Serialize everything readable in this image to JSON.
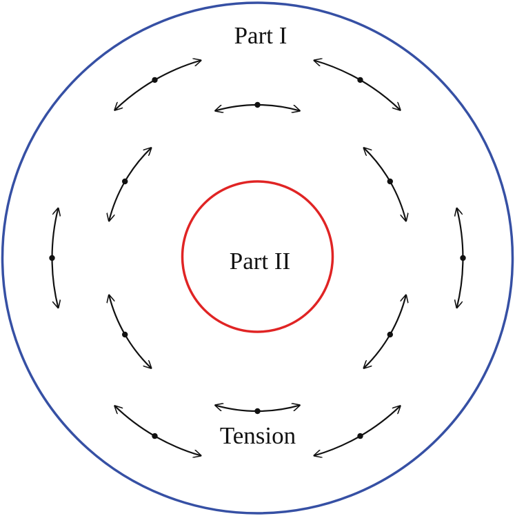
{
  "diagram": {
    "labels": {
      "outer_region": "Part I",
      "inner_region": "Part II",
      "arrows": "Tension"
    },
    "colors": {
      "outer_boundary": "#3650a4",
      "inner_boundary": "#e02424",
      "arrows": "#111111",
      "text": "#111111",
      "background": "#ffffff"
    },
    "arrow_style": "double-headed tangential arrows with center dot",
    "arrow_rings": [
      {
        "ring": "inner",
        "arrow_count": 6
      },
      {
        "ring": "outer",
        "arrow_count": 6
      }
    ]
  }
}
